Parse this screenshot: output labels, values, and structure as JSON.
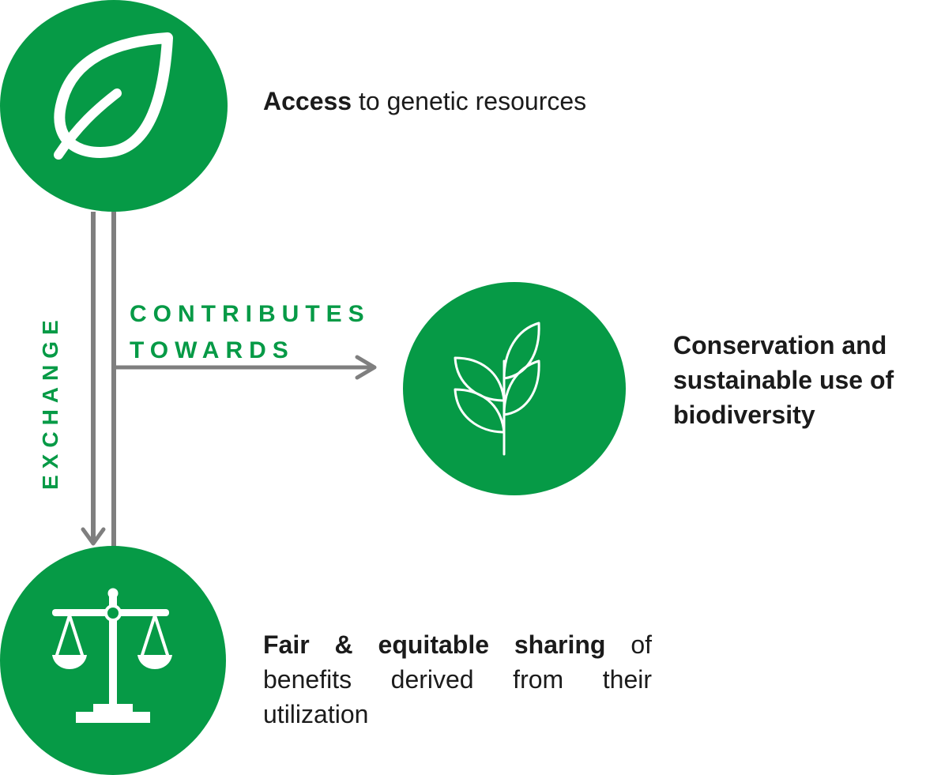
{
  "nodes": {
    "access": {
      "icon": "leaf-icon",
      "bold": "Access",
      "text": " to genetic resources"
    },
    "conservation": {
      "icon": "sprout-icon",
      "lines": [
        "Conservation and",
        "sustainable use of",
        "biodiversity"
      ]
    },
    "sharing": {
      "icon": "scales-icon",
      "bold": "Fair & equitable sharing",
      "text": " of benefits derived from their utilization"
    }
  },
  "connectors": {
    "exchange_label": "EXCHANGE",
    "contributes_lines": [
      "CONTRIBUTES",
      "TOWARDS"
    ]
  },
  "colors": {
    "green": "#069a46",
    "arrow": "#7f7f7f",
    "text": "#1b1b1b"
  }
}
